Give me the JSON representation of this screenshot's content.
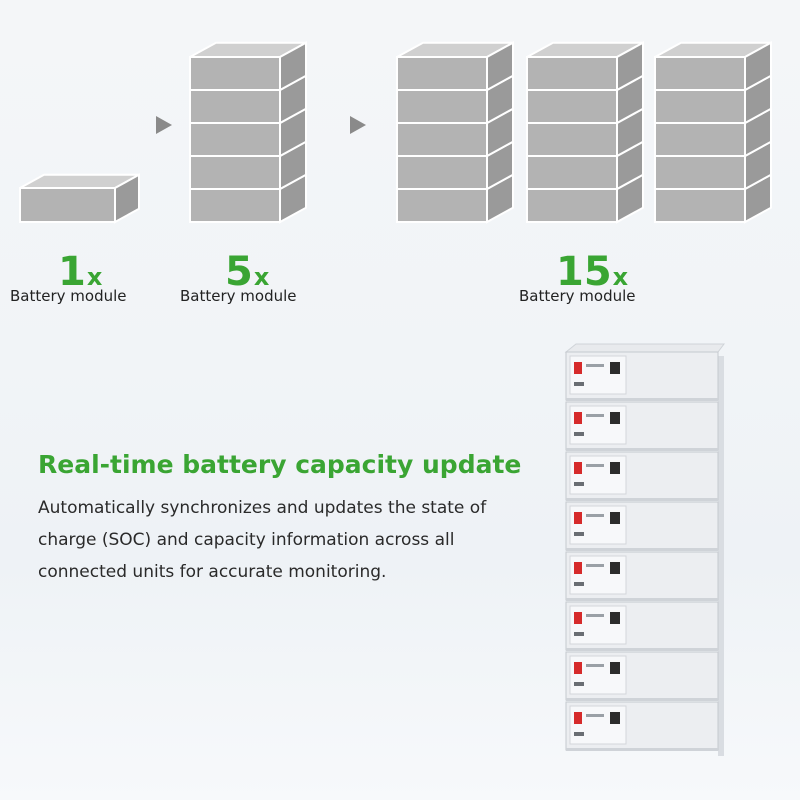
{
  "colors": {
    "accent_green": "#3aa533",
    "block_front": "#b3b3b3",
    "block_top": "#d0d0d0",
    "block_side": "#9a9a9a",
    "arrow_gray": "#8a8a8a",
    "terminal_red": "#d62b2b"
  },
  "icons": [
    "right-arrow-icon",
    "right-arrow-icon"
  ],
  "steps": [
    {
      "count": "1",
      "suffix": "x",
      "label": "Battery module",
      "stacks": 1,
      "blocks_per_stack": 1
    },
    {
      "count": "5",
      "suffix": "x",
      "label": "Battery module",
      "stacks": 1,
      "blocks_per_stack": 5
    },
    {
      "count": "15",
      "suffix": "x",
      "label": "Battery module",
      "stacks": 3,
      "blocks_per_stack": 5
    }
  ],
  "feature": {
    "title": "Real-time battery capacity update",
    "lines": [
      "Automatically synchronizes and updates the state of",
      "charge (SOC) and capacity information across all",
      "connected units for accurate monitoring."
    ]
  },
  "battery_tower": {
    "modules": 8
  }
}
